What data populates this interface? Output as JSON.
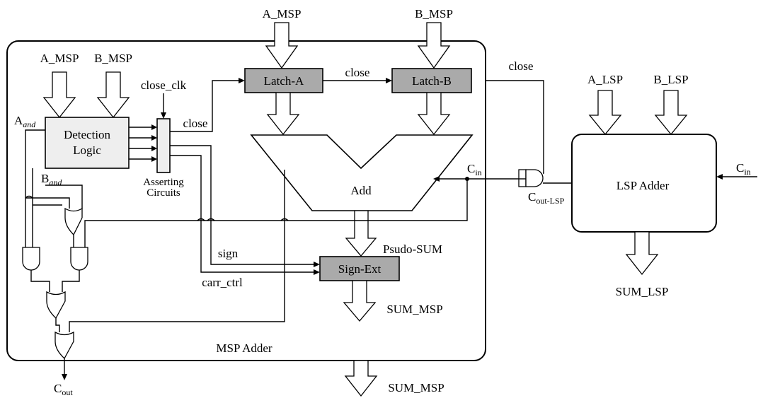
{
  "top_inputs": {
    "a_msp": "A_MSP",
    "b_msp": "B_MSP"
  },
  "msp_block": {
    "title": "MSP Adder",
    "inner_a_msp": "A_MSP",
    "inner_b_msp": "B_MSP",
    "detection_logic_line1": "Detection",
    "detection_logic_line2": "Logic",
    "close_clk": "close_clk",
    "asserting_line1": "Asserting",
    "asserting_line2": "Circuits",
    "close_label_1": "close",
    "close_label_2": "close",
    "latch_a": "Latch-A",
    "latch_b": "Latch-B",
    "add": "Add",
    "a_and_main": "A",
    "a_and_sub": "and",
    "b_and_main": "B",
    "b_and_sub": "and",
    "sign": "sign",
    "carr_ctrl": "carr_ctrl",
    "psudo_sum": "Psudo-SUM",
    "sign_ext": "Sign-Ext",
    "sum_msp_inner": "SUM_MSP",
    "cout_main": "C",
    "cout_sub": "out",
    "cin_main": "C",
    "cin_sub": "in"
  },
  "between": {
    "close_label_3": "close",
    "cout_lsp_main": "C",
    "cout_lsp_sub": "out-LSP"
  },
  "lsp_block": {
    "title": "LSP Adder",
    "a_lsp": "A_LSP",
    "b_lsp": "B_LSP",
    "cin_main": "C",
    "cin_sub": "in",
    "sum_lsp": "SUM_LSP"
  },
  "outputs": {
    "sum_msp": "SUM_MSP"
  }
}
